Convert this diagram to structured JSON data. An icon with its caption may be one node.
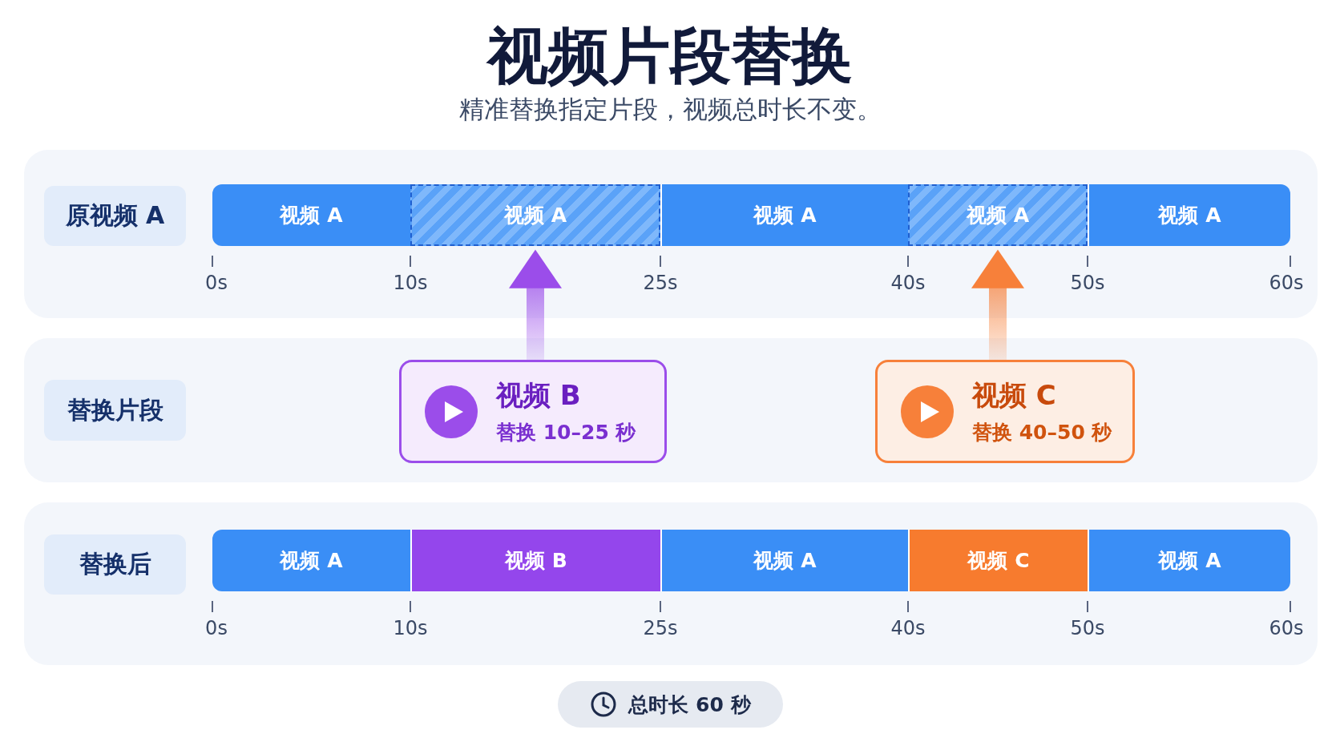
{
  "diagram": {
    "title": "视频片段替换",
    "nodes": [
      {
        "text": [
          "原视频 A"
        ]
      },
      {
        "text": [
          "视频 A"
        ]
      },
      {
        "text": [
          "视频 A"
        ]
      },
      {
        "text": [
          "视频 A"
        ]
      },
      {
        "text": [
          "视频 A"
        ]
      },
      {
        "text": [
          "视频 A"
        ]
      },
      {
        "text": [
          "替换片段"
        ]
      },
      {
        "text": [
          "视频 B",
          "替换 10–25 秒"
        ]
      },
      {
        "text": [
          "视频 C",
          "替换 40–50 秒"
        ]
      },
      {
        "text": [
          "替换后"
        ]
      },
      {
        "text": [
          "视频 A"
        ]
      },
      {
        "text": [
          "视频 B"
        ]
      },
      {
        "text": [
          "视频 A"
        ]
      },
      {
        "text": [
          "视频 C"
        ]
      },
      {
        "text": [
          "视频 A"
        ]
      },
      {
        "text": [
          "总时长 60 秒"
        ]
      }
    ],
    "edges": [
      {
        "from": 7,
        "to": 2,
        "arrow": "to",
        "style": "thick",
        "color": "#9b4dea"
      },
      {
        "from": 8,
        "to": 4,
        "arrow": "to",
        "style": "thick",
        "color": "#f7803a"
      }
    ],
    "labels": [
      "精准替换指定片段，视频总时长不变。",
      "0s",
      "10s",
      "25s",
      "40s",
      "50s",
      "60s",
      "0s",
      "10s",
      "25s",
      "40s",
      "50s",
      "60s"
    ]
  }
}
